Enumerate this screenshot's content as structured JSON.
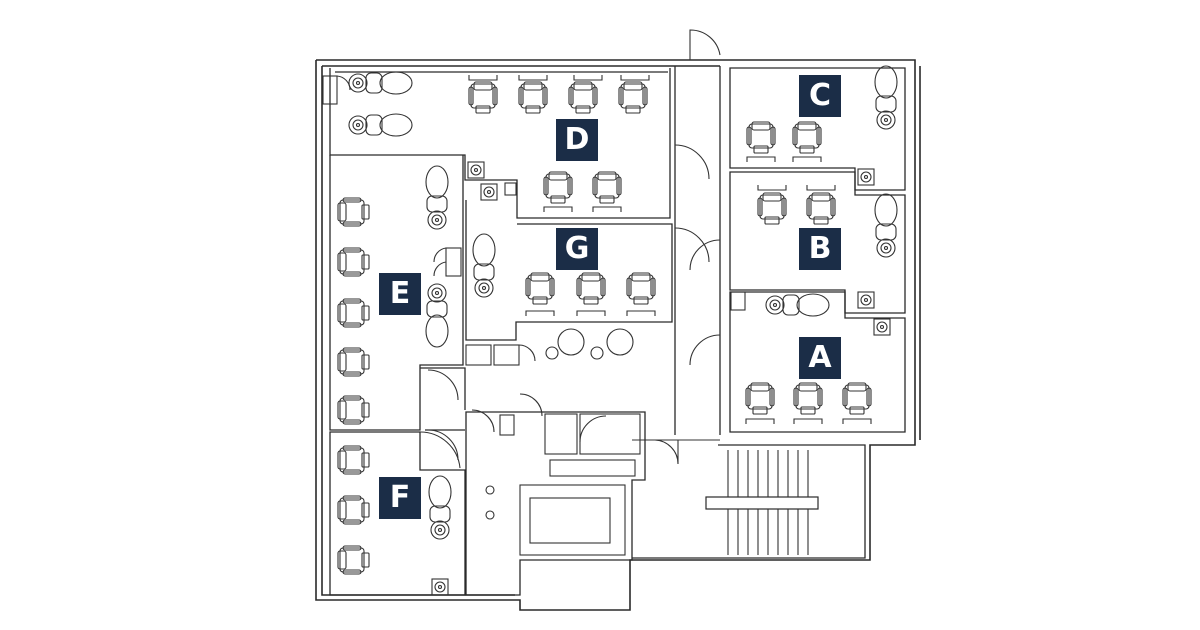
{
  "diagram": {
    "type": "floor-plan",
    "label_color": "#1b2d47",
    "label_text_color": "#ffffff",
    "line_color": "#2a2a2a",
    "rooms": [
      {
        "id": "A",
        "label": "A",
        "chairs": 3,
        "recliners": 1
      },
      {
        "id": "B",
        "label": "B",
        "chairs": 2,
        "recliners": 1
      },
      {
        "id": "C",
        "label": "C",
        "chairs": 2,
        "recliners": 1
      },
      {
        "id": "D",
        "label": "D",
        "chairs": 6,
        "recliners": 2
      },
      {
        "id": "E",
        "label": "E",
        "chairs": 5,
        "recliners": 2
      },
      {
        "id": "F",
        "label": "F",
        "chairs": 3,
        "recliners": 1
      },
      {
        "id": "G",
        "label": "G",
        "chairs": 3,
        "recliners": 1
      }
    ],
    "other_areas": [
      "stairwell",
      "lobby-seating",
      "restroom",
      "utility"
    ]
  }
}
